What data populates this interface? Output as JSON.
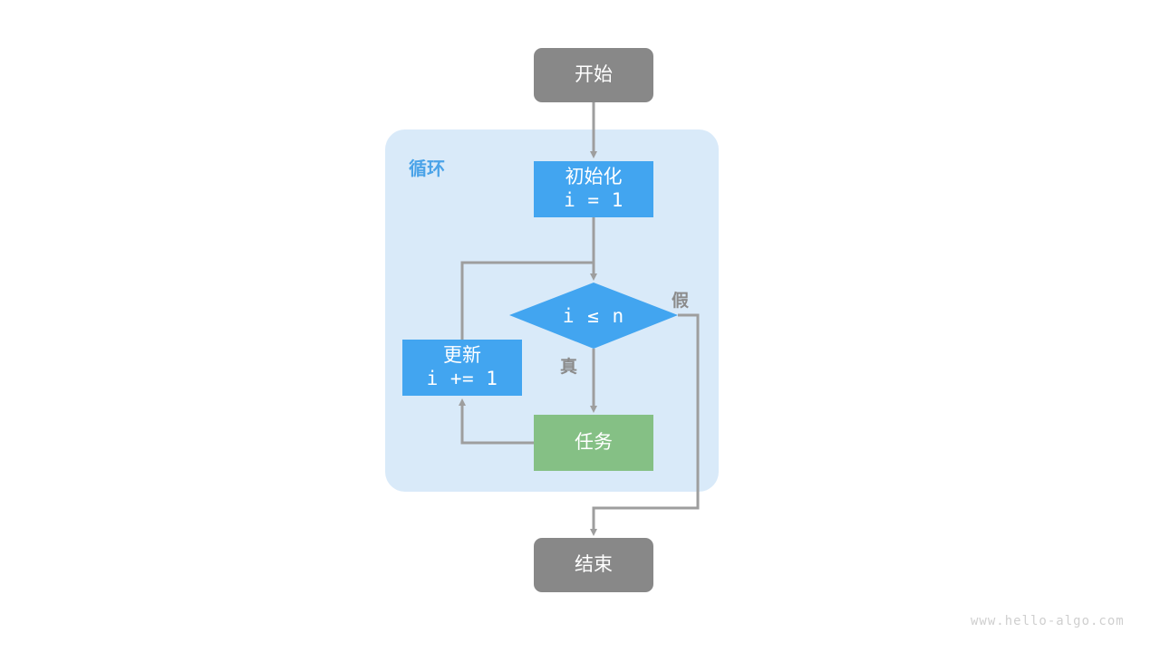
{
  "diagram": {
    "title_watermark": "www.hello-algo.com",
    "colors": {
      "terminal_gray": "#888888",
      "process_blue": "#42a5f0",
      "process_green": "#85c085",
      "loop_container_bg": "#d9eaf9",
      "loop_label_blue": "#4aa3e8",
      "connector_gray": "#9e9e9e",
      "edge_label_gray": "#8b8b8b",
      "background": "#ffffff"
    },
    "nodes": {
      "start": {
        "label": "开始"
      },
      "init": {
        "label_line1": "初始化",
        "label_line2": "i = 1"
      },
      "condition": {
        "label": "i ≤ n"
      },
      "update": {
        "label_line1": "更新",
        "label_line2": "i += 1"
      },
      "task": {
        "label": "任务"
      },
      "end": {
        "label": "结束"
      }
    },
    "loop_block": {
      "label": "循环"
    },
    "edge_labels": {
      "true_branch": "真",
      "false_branch": "假"
    }
  }
}
